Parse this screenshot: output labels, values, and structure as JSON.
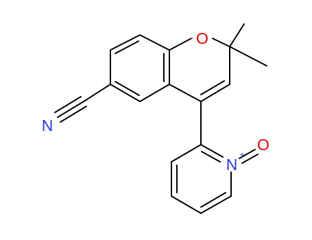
{
  "molecule": {
    "atoms": {
      "ring_oxygen": "O",
      "nitrile_nitrogen": "N",
      "pyridine_nitrogen": "N",
      "pyridine_charge": "+",
      "n_oxide_oxygen": "O"
    },
    "colors": {
      "bond": "#000000",
      "oxygen": "#e60000",
      "nitrogen": "#2b3bd6"
    }
  }
}
